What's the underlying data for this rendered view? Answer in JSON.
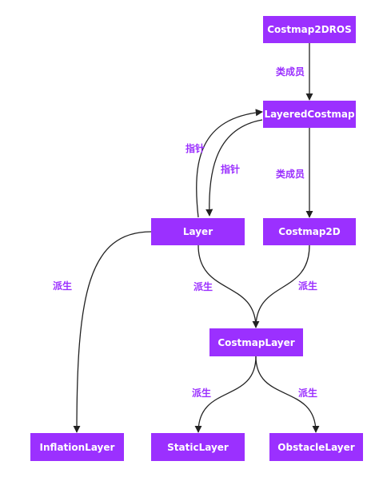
{
  "colors": {
    "node_fill": "#9b30ff",
    "node_text": "#ffffff",
    "label_text": "#9b30ff",
    "edge": "#222222"
  },
  "nodes": {
    "costmap2dros": "Costmap2DROS",
    "layeredcostmap": "LayeredCostmap",
    "layer": "Layer",
    "costmap2d": "Costmap2D",
    "costmaplayer": "CostmapLayer",
    "inflationlayer": "InflationLayer",
    "staticlayer": "StaticLayer",
    "obstaclelayer": "ObstacleLayer"
  },
  "edge_labels": {
    "ros_to_layered": "类成员",
    "layered_to_costmap2d": "类成员",
    "pointer_left": "指针",
    "pointer_right": "指针",
    "layer_to_inflation": "派生",
    "layer_to_costmaplayer": "派生",
    "costmap2d_to_costmaplayer": "派生",
    "costmaplayer_to_static": "派生",
    "costmaplayer_to_obstacle": "派生"
  }
}
